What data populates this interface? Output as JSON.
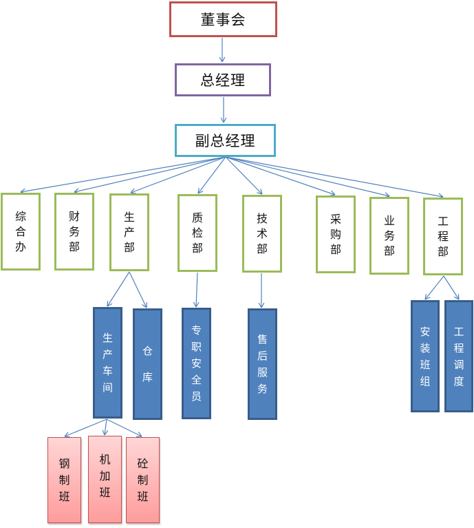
{
  "title_nodes": {
    "board": {
      "label": "董事会",
      "border": "#c0504d"
    },
    "general_manager": {
      "label": "总经理",
      "border": "#8064a2"
    },
    "deputy_gm": {
      "label": "副总经理",
      "border": "#4bacc6"
    }
  },
  "departments": [
    {
      "id": "zonghe",
      "label": "综合办"
    },
    {
      "id": "caiwu",
      "label": "财务部"
    },
    {
      "id": "shengchan",
      "label": "生产部"
    },
    {
      "id": "zhijian",
      "label": "质检部"
    },
    {
      "id": "jishu",
      "label": "技术部"
    },
    {
      "id": "caigou",
      "label": "采购部"
    },
    {
      "id": "yewu",
      "label": "业务部"
    },
    {
      "id": "gongcheng",
      "label": "工程部"
    }
  ],
  "sub_units": [
    {
      "id": "chejian",
      "label": "生产车间",
      "parent": "生产部"
    },
    {
      "id": "cangku",
      "label": "仓库",
      "parent": "生产部"
    },
    {
      "id": "anquan",
      "label": "专职安全员",
      "parent": "质检部"
    },
    {
      "id": "shouhou",
      "label": "售后服务",
      "parent": "技术部"
    },
    {
      "id": "anzhuang",
      "label": "安装班组",
      "parent": "工程部"
    },
    {
      "id": "diaodu",
      "label": "工程调度",
      "parent": "工程部"
    }
  ],
  "teams": [
    {
      "id": "gangzhi",
      "label": "钢制班",
      "parent": "生产车间"
    },
    {
      "id": "jijia",
      "label": "机加班",
      "parent": "生产车间"
    },
    {
      "id": "shuanzhi",
      "label": "砼制班",
      "parent": "生产车间"
    }
  ],
  "colors": {
    "connector": "#4f81bd",
    "department_border": "#9bbb59",
    "sub_unit_fill": "#4f81bd",
    "sub_unit_border": "#385d8a",
    "team_border": "#c0504d"
  }
}
